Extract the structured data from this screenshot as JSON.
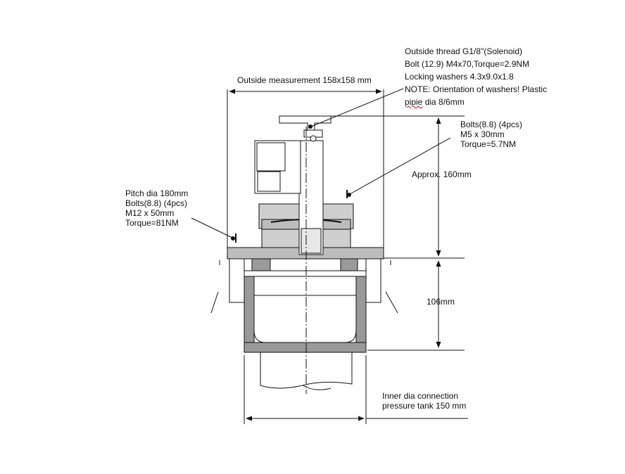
{
  "labels": {
    "outside_measurement": "Outside measurement 158x158 mm",
    "solenoid_note": {
      "line1": "Outside thread G1/8\"(Solenoid)",
      "line2": "Bolt (12.9) M4x70,Torque=2.9NM",
      "line3": "Locking washers 4.3x9.0x1.8",
      "line4": "NOTE: Orientation of washers! Plastic",
      "line5_word": "pipie",
      "line5_rest": " dia 8/6mm"
    },
    "bolts_small": {
      "line1": "Bolts(8.8) (4pcs)",
      "line2": "M5 x 30mm",
      "line3": "Torque=5.7NM"
    },
    "height_upper": "Approx. 160mm",
    "pitch": {
      "line1": "Pitch dia 180mm",
      "line2": "Bolts(8.8) (4pcs)",
      "line3": " M12 x 50mm",
      "line4": "Torque=81NM"
    },
    "height_lower": "106mm",
    "inner_dia": {
      "line1": "Inner dia connection",
      "line2": "pressure tank 150 mm"
    }
  }
}
